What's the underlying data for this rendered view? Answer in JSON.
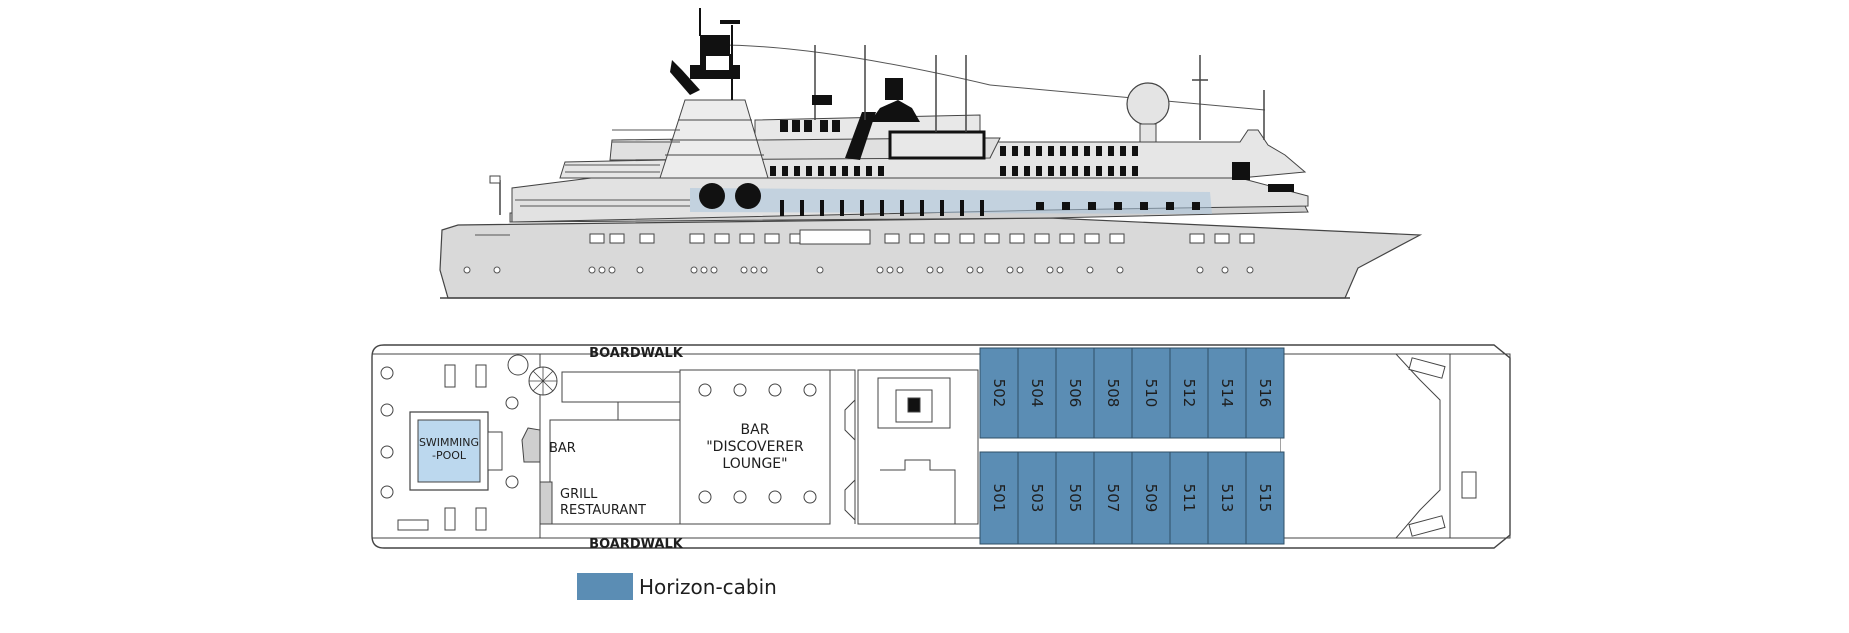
{
  "deck": {
    "labels": {
      "boardwalk_top": "BOARDWALK",
      "boardwalk_bottom": "BOARDWALK",
      "swimming_pool_line1": "SWIMMING",
      "swimming_pool_line2": "-POOL",
      "bar": "BAR",
      "grill_line1": "GRILL",
      "grill_line2": "RESTAURANT",
      "lounge_line1": "BAR",
      "lounge_line2": "\"DISCOVERER",
      "lounge_line3": "LOUNGE\""
    },
    "cabins_top": [
      "502",
      "504",
      "506",
      "508",
      "510",
      "512",
      "514",
      "516"
    ],
    "cabins_bottom": [
      "501",
      "503",
      "505",
      "507",
      "509",
      "511",
      "513",
      "515"
    ]
  },
  "legend": {
    "label": "Horizon-cabin",
    "color": "#5b8db4"
  },
  "colors": {
    "cabin": "#5b8db4",
    "pool": "#bcd8ee",
    "hull": "#d9d9d9",
    "outline": "#1e1e1e"
  }
}
